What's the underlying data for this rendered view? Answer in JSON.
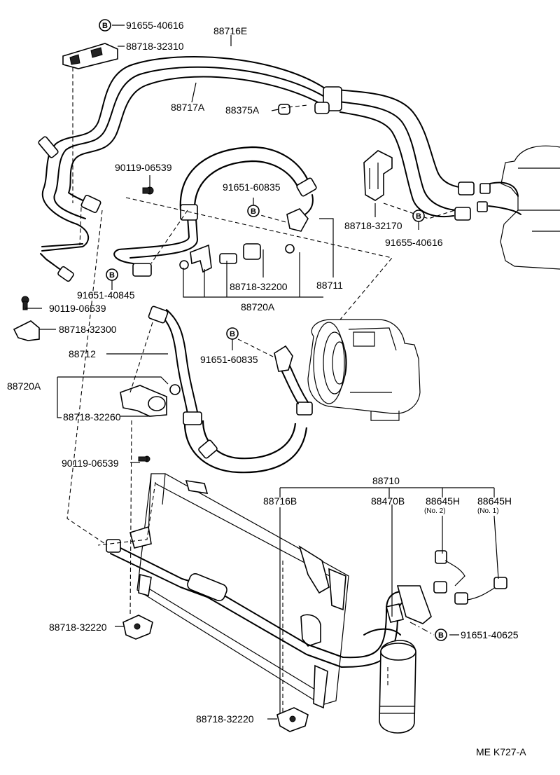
{
  "diagram": {
    "code": "ME  K727-A",
    "badge_letter": "B",
    "parts": {
      "p_91655_40616_top": "91655-40616",
      "p_88718_32310": "88718-32310",
      "p_88716E": "88716E",
      "p_88717A": "88717A",
      "p_88375A": "88375A",
      "p_90119_06539_a": "90119-06539",
      "p_91651_60835_a": "91651-60835",
      "p_88718_32170": "88718-32170",
      "p_91655_40616_right": "91655-40616",
      "p_91651_40845": "91651-40845",
      "p_90119_06539_b": "90119-06539",
      "p_88718_32300": "88718-32300",
      "p_88718_32200": "88718-32200",
      "p_88711": "88711",
      "p_88720A_top": "88720A",
      "p_91651_60835_b": "91651-60835",
      "p_88712": "88712",
      "p_88720A_left": "88720A",
      "p_88718_32260": "88718-32260",
      "p_90119_06539_c": "90119-06539",
      "p_88710": "88710",
      "p_88716B": "88716B",
      "p_88470B": "88470B",
      "p_88645H_no2": "88645H",
      "p_88645H_no2_sub": "(No. 2)",
      "p_88645H_no1": "88645H",
      "p_88645H_no1_sub": "(No. 1)",
      "p_91651_40625": "91651-40625",
      "p_88718_32220_a": "88718-32220",
      "p_88718_32220_b": "88718-32220"
    }
  }
}
